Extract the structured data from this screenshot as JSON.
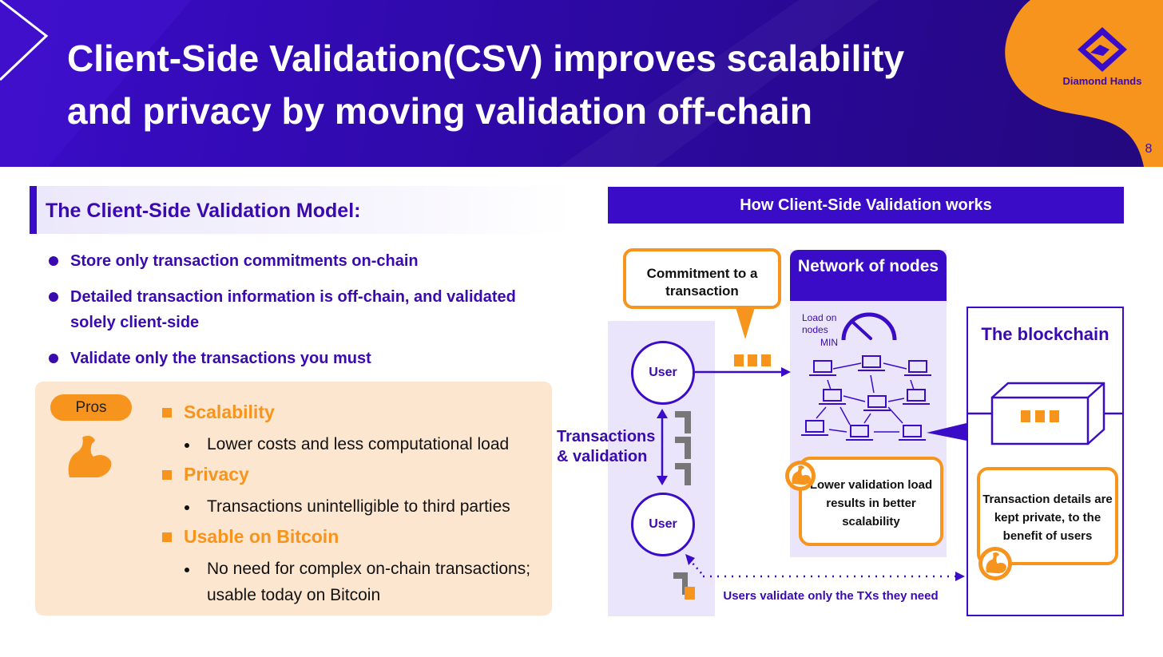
{
  "header": {
    "title_line1": "Client-Side Validation(CSV) improves scalability",
    "title_line2": "and privacy by moving validation off-chain",
    "brand_name": "Diamond Hands",
    "page_number": "8"
  },
  "left": {
    "section_title": "The Client-Side Validation Model:",
    "bullets": [
      "Store only transaction commitments on-chain",
      "Detailed transaction information is off-chain, and validated solely client-side",
      "Validate only the transactions you must"
    ],
    "pros": {
      "label": "Pros",
      "items": [
        {
          "title": "Scalability",
          "detail": "Lower costs and less computational load"
        },
        {
          "title": "Privacy",
          "detail": "Transactions unintelligible to third parties"
        },
        {
          "title": "Usable on Bitcoin",
          "detail": "No need for complex on-chain transactions; usable today on Bitcoin"
        }
      ]
    }
  },
  "diagram": {
    "title": "How Client-Side Validation works",
    "commitment_callout": "Commitment to a transaction",
    "user_top": "User",
    "user_bottom": "User",
    "transactions_label": "Transactions & validation",
    "network_title": "Network of nodes",
    "load_label": "Load on nodes",
    "gauge_min": "MIN",
    "blockchain_title": "The blockchain",
    "scalability_note": "Lower validation load results in better scalability",
    "privacy_note": "Transaction details are kept private, to the benefit of users",
    "validate_label": "Users validate only the TXs they need"
  },
  "colors": {
    "purple": "#3a0cc8",
    "orange": "#f7941d",
    "lavender": "#ebe5fc",
    "peach": "#fde6cf"
  },
  "icons": [
    "diamond-hands-logo",
    "flexed-arm-icon",
    "gauge-icon",
    "laptop-icon",
    "block-icon"
  ]
}
